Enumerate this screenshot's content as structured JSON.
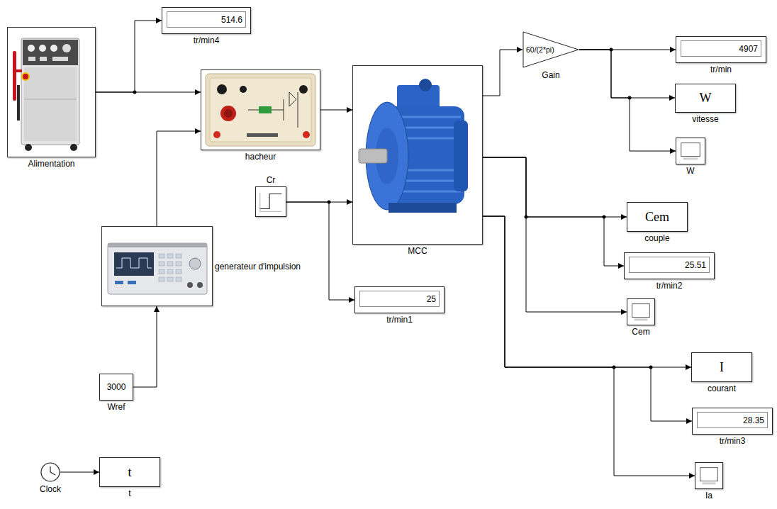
{
  "diagram": {
    "nodes": [
      {
        "text": [
          "Alimentation"
        ]
      },
      {
        "text": [
          "514.6",
          "tr/min4"
        ]
      },
      {
        "text": [
          "hacheur"
        ]
      },
      {
        "text": [
          "MCC"
        ]
      },
      {
        "text": [
          "60/(2*pi)",
          "Gain"
        ]
      },
      {
        "text": [
          "4907",
          "tr/min"
        ]
      },
      {
        "text": [
          "W",
          "vitesse"
        ]
      },
      {
        "text": [
          "W"
        ]
      },
      {
        "text": [
          "Cr"
        ]
      },
      {
        "text": [
          "Cem",
          "couple"
        ]
      },
      {
        "text": [
          "25.51",
          "tr/min2"
        ]
      },
      {
        "text": [
          "Cem"
        ]
      },
      {
        "text": [
          "generateur d'impulsion"
        ]
      },
      {
        "text": [
          "25",
          "tr/min1"
        ]
      },
      {
        "text": [
          "I",
          "courant"
        ]
      },
      {
        "text": [
          "28.35",
          "tr/min3"
        ]
      },
      {
        "text": [
          "3000",
          "Wref"
        ]
      },
      {
        "text": [
          "Clock"
        ]
      },
      {
        "text": [
          "t",
          "t"
        ]
      },
      {
        "text": [
          "Ia"
        ]
      }
    ],
    "edges": [
      {
        "from": 0,
        "to": 1,
        "arrow": "to"
      },
      {
        "from": 0,
        "to": 2,
        "arrow": "to"
      },
      {
        "from": 12,
        "to": 2,
        "arrow": "to"
      },
      {
        "from": 16,
        "to": 12,
        "arrow": "to"
      },
      {
        "from": 2,
        "to": 3,
        "arrow": "to"
      },
      {
        "from": 8,
        "to": 3,
        "arrow": "to"
      },
      {
        "from": 8,
        "to": 13,
        "arrow": "to"
      },
      {
        "from": 3,
        "to": 4,
        "arrow": "to"
      },
      {
        "from": 4,
        "to": 5,
        "arrow": "to"
      },
      {
        "from": 4,
        "to": 6,
        "arrow": "to"
      },
      {
        "from": 4,
        "to": 7,
        "arrow": "to"
      },
      {
        "from": 3,
        "to": 9,
        "arrow": "to"
      },
      {
        "from": 3,
        "to": 10,
        "arrow": "to"
      },
      {
        "from": 3,
        "to": 11,
        "arrow": "to"
      },
      {
        "from": 3,
        "to": 14,
        "arrow": "to"
      },
      {
        "from": 3,
        "to": 15,
        "arrow": "to"
      },
      {
        "from": 3,
        "to": 19,
        "arrow": "to"
      },
      {
        "from": 17,
        "to": 18,
        "arrow": "to"
      }
    ]
  }
}
